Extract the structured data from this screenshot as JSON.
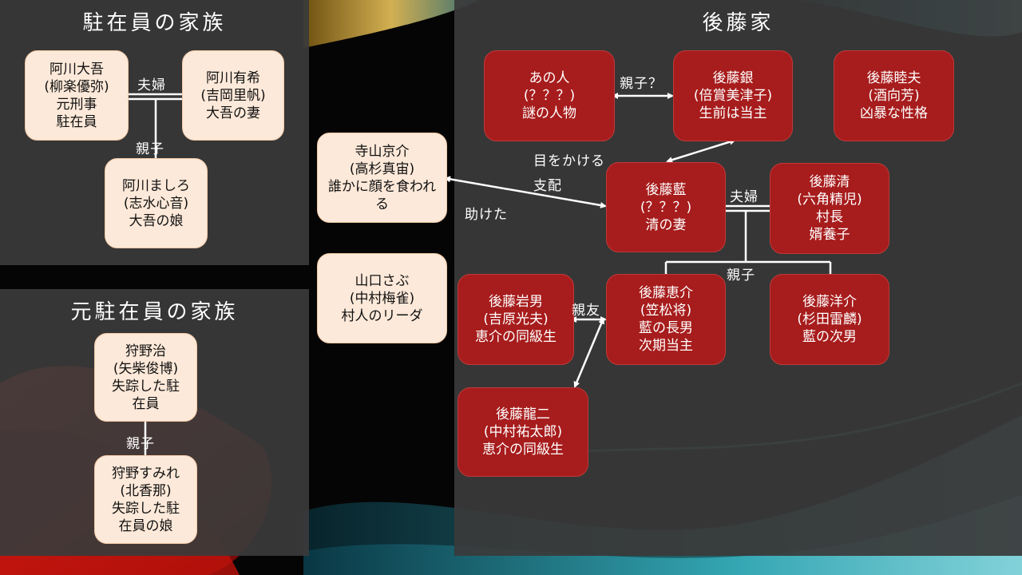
{
  "panels": {
    "top_left_title": "駐在員の家族",
    "bottom_left_title": "元駐在員の家族",
    "right_title": "後藤家"
  },
  "nodes": {
    "agawa_daigo": [
      "阿川大吾",
      "(柳楽優弥)",
      "元刑事",
      "駐在員"
    ],
    "agawa_yuki": [
      "阿川有希",
      "(吉岡里帆)",
      "大吾の妻"
    ],
    "agawa_mashiro": [
      "阿川ましろ",
      "(志水心音)",
      "大吾の娘"
    ],
    "karino_osamu": [
      "狩野治",
      "(矢柴俊博)",
      "失踪した駐",
      "在員"
    ],
    "karino_sumire": [
      "狩野すみれ",
      "(北香那)",
      "失踪した駐",
      "在員の娘"
    ],
    "terayama": [
      "寺山京介",
      "(高杉真宙)",
      "誰かに顔を食われ",
      "る"
    ],
    "yamaguchi": [
      "山口さぶ",
      "(中村梅雀)",
      "村人のリーダ"
    ],
    "ano_hito": [
      "あの人",
      "(？？？)",
      "謎の人物"
    ],
    "goto_gin": [
      "後藤銀",
      "(倍賞美津子)",
      "生前は当主"
    ],
    "goto_mutsuo": [
      "後藤睦夫",
      "(酒向芳)",
      "凶暴な性格"
    ],
    "goto_ai": [
      "後藤藍",
      "(？？？)",
      "清の妻"
    ],
    "goto_kiyoshi": [
      "後藤清",
      "(六角精児)",
      "村長",
      "婿養子"
    ],
    "goto_iwao": [
      "後藤岩男",
      "(吉原光夫)",
      "恵介の同級生"
    ],
    "goto_keisuke": [
      "後藤恵介",
      "(笠松将)",
      "藍の長男",
      "次期当主"
    ],
    "goto_yosuke": [
      "後藤洋介",
      "(杉田雷麟)",
      "藍の次男"
    ],
    "goto_ryuji": [
      "後藤龍二",
      "(中村祐太郎)",
      "恵介の同級生"
    ]
  },
  "labels": {
    "fufu1": "夫婦",
    "oyako1": "親子",
    "oyako2": "親子",
    "oyako_q": "親子？",
    "me_wo_kakeru": "目をかける",
    "shihai": "支配",
    "tasuketa": "助けた",
    "fufu2": "夫婦",
    "oyako3": "親子",
    "shinyu": "親友"
  },
  "colors": {
    "panel": "#3a3a3a",
    "red_node": "#a71c1c",
    "cream_node": "#fde9d9",
    "line": "#ffffff"
  }
}
